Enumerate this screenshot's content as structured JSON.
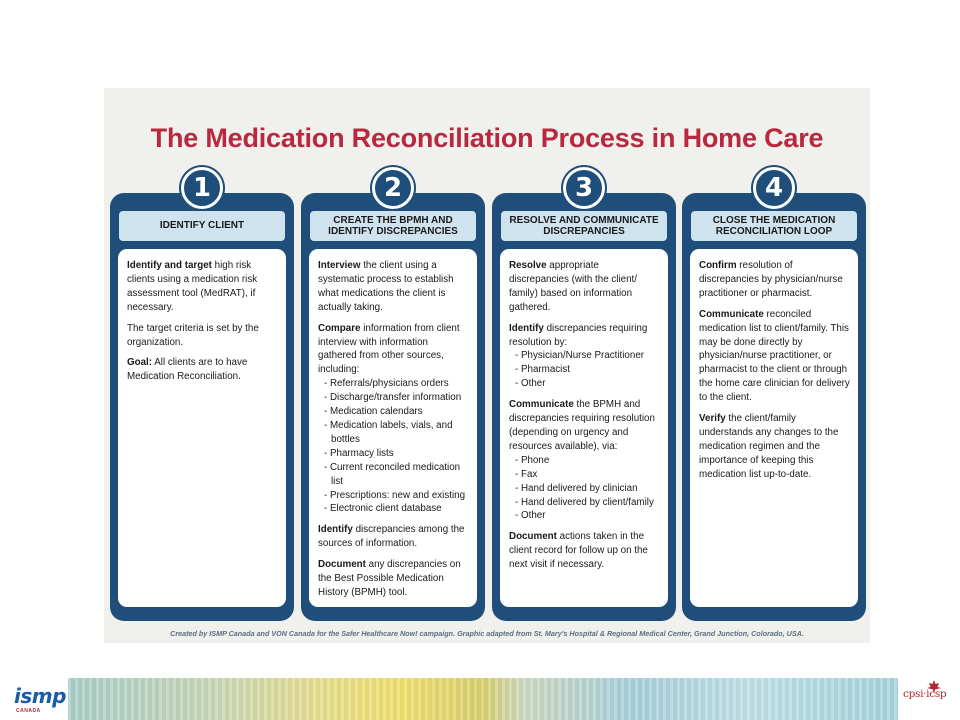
{
  "title": "The Medication Reconciliation Process in Home Care",
  "steps": [
    {
      "number": "1",
      "heading": "IDENTIFY CLIENT",
      "paras": [
        {
          "bold": "Identify and target",
          "text": " high risk clients using a medication risk assessment  tool (MedRAT), if necessary."
        },
        {
          "bold": "",
          "text": "The target criteria is set by the organization."
        },
        {
          "bold": "Goal:",
          "text": "  All clients are to have Medication Reconciliation."
        }
      ]
    },
    {
      "number": "2",
      "heading": "CREATE THE BPMH AND IDENTIFY DISCREPANCIES",
      "paras": [
        {
          "bold": "Interview",
          "text": " the client using a systematic process to establish what medications the client is actually taking."
        },
        {
          "bold": "Compare",
          "text": " information from client interview with information gathered from other sources, including:"
        },
        {
          "bold": "Identify",
          "text": " discrepancies among the sources of information."
        },
        {
          "bold": "Document",
          "text": " any discrepancies on the  Best Possible Medication History (BPMH) tool."
        }
      ],
      "bullets": [
        "- Referrals/physicians orders",
        "- Discharge/transfer information",
        "- Medication calendars",
        "- Medication labels, vials, and bottles",
        "- Pharmacy lists",
        "- Current reconciled medication list",
        "-  Prescriptions: new and existing",
        "- Electronic client database"
      ]
    },
    {
      "number": "3",
      "heading": "RESOLVE AND COMMUNICATE DISCREPANCIES",
      "paras": [
        {
          "bold": "Resolve",
          "text": " appropriate discrepancies (with the client/ family) based on information gathered."
        },
        {
          "bold": "Identify",
          "text": " discrepancies requiring resolution by:"
        },
        {
          "bold": "Communicate",
          "text": " the BPMH and discrepancies requiring resolution (depending on urgency and resources available), via:"
        },
        {
          "bold": "Document",
          "text": " actions taken in the client record for follow up on the next visit if necessary."
        }
      ],
      "bullets_a": [
        "- Physician/Nurse Practitioner",
        "- Pharmacist",
        "- Other"
      ],
      "bullets_b": [
        "- Phone",
        "- Fax",
        "- Hand delivered by clinician",
        "- Hand delivered by client/family",
        "- Other"
      ]
    },
    {
      "number": "4",
      "heading": "CLOSE THE MEDICATION RECONCILIATION LOOP",
      "paras": [
        {
          "bold": "Confirm",
          "text": " resolution of discrepancies by physician/nurse practitioner or pharmacist."
        },
        {
          "bold": "Communicate",
          "text": " reconciled medication list to client/family. This may be  done directly by physician/nurse practitioner, or pharmacist to the client or through the home care clinician for delivery to the client."
        },
        {
          "bold": "Verify",
          "text": " the client/family understands any changes to the medication regimen and the importance of keeping this medication list up-to-date."
        }
      ]
    }
  ],
  "credit": "Created by ISMP Canada and VON Canada for the Safer Healthcare Now! campaign.  Graphic adapted from St. Mary's Hospital & Regional Medical Center, Grand Junction, Colorado, USA.",
  "logos": {
    "ismp": "ismp",
    "ismp_sub": "CANADA",
    "cpsi": "cpsi·icsp"
  },
  "colors": {
    "title": "#b8283f",
    "column": "#1f4e7a",
    "header": "#cfe3ef"
  }
}
